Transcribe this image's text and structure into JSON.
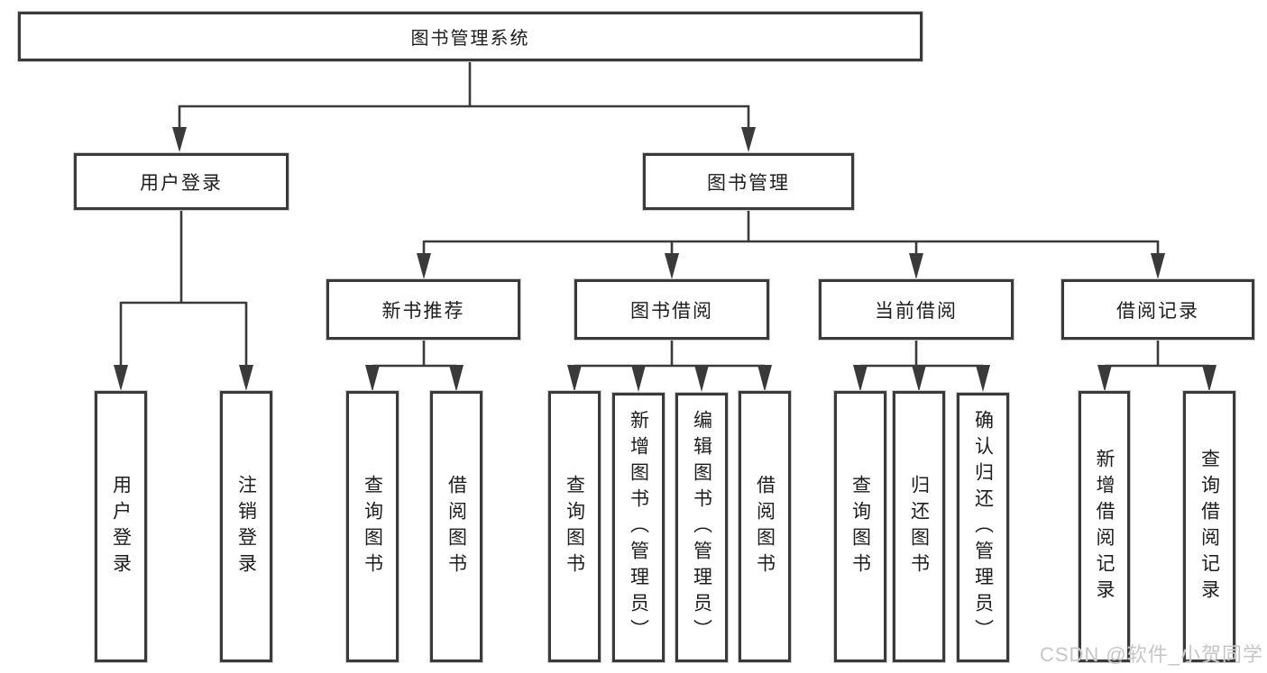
{
  "colors": {
    "line": "#3a3a3a",
    "box_border": "#3a3a3a",
    "box_background": "#ffffff",
    "text": "#1d1d1d",
    "watermark": "#c6c6c6",
    "page_background": "#ffffff"
  },
  "watermark": {
    "text": "CSDN @软件_小贺同学"
  },
  "tree": {
    "root": {
      "label": "图书管理系统",
      "children": [
        {
          "label": "用户登录",
          "children": [
            {
              "label": "用户登录"
            },
            {
              "label": "注销登录"
            }
          ]
        },
        {
          "label": "图书管理",
          "children": [
            {
              "label": "新书推荐",
              "children": [
                {
                  "label": "查询图书"
                },
                {
                  "label": "借阅图书"
                }
              ]
            },
            {
              "label": "图书借阅",
              "children": [
                {
                  "label": "查询图书"
                },
                {
                  "label": "新增图书（管理员）"
                },
                {
                  "label": "编辑图书（管理员）"
                },
                {
                  "label": "借阅图书"
                }
              ]
            },
            {
              "label": "当前借阅",
              "children": [
                {
                  "label": "查询图书"
                },
                {
                  "label": "归还图书"
                },
                {
                  "label": "确认归还（管理员）"
                }
              ]
            },
            {
              "label": "借阅记录",
              "children": [
                {
                  "label": "新增借阅记录"
                },
                {
                  "label": "查询借阅记录"
                }
              ]
            }
          ]
        }
      ]
    }
  }
}
